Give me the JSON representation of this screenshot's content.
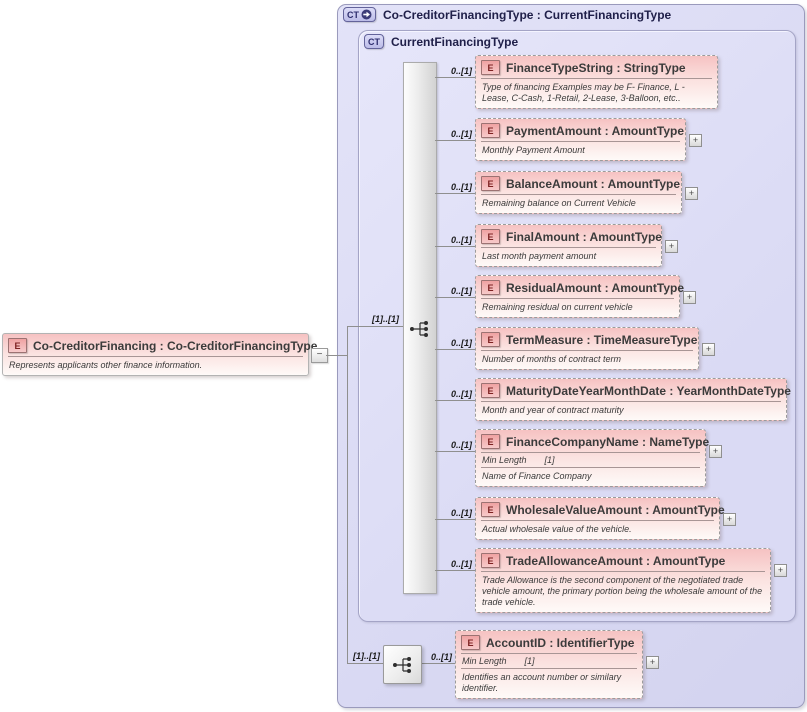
{
  "icons": {
    "plus": "+",
    "minus": "−"
  },
  "colors": {
    "container_lavender": "#dadaf4",
    "element_pink": "#f6c2c2",
    "badge_pink": "#efa2a2",
    "badge_lavender": "#cfcfF0",
    "connector_gray": "#8f8f8f"
  },
  "root_element": {
    "badge": "E",
    "title": "Co-CreditorFinancing : Co-CreditorFinancingType",
    "annotation": "Represents applicants other finance information."
  },
  "outer_box": {
    "badge": "CT",
    "title": "Co-CreditorFinancingType : CurrentFinancingType"
  },
  "inner_box": {
    "badge": "CT",
    "title": "CurrentFinancingType"
  },
  "sequence_top": {
    "cardinality": "[1]..[1]"
  },
  "sequence_bottom": {
    "cardinality": "[1]..[1]"
  },
  "elements": [
    {
      "badge": "E",
      "cardinality": "0..[1]",
      "title": "FinanceTypeString : StringType",
      "annotation": "Type of financing Examples may be F- Finance, L - Lease, C-Cash, 1-Retail, 2-Lease, 3-Balloon, etc.."
    },
    {
      "badge": "E",
      "cardinality": "0..[1]",
      "title": "PaymentAmount : AmountType",
      "annotation": "Monthly Payment Amount"
    },
    {
      "badge": "E",
      "cardinality": "0..[1]",
      "title": "BalanceAmount : AmountType",
      "annotation": "Remaining balance on Current Vehicle"
    },
    {
      "badge": "E",
      "cardinality": "0..[1]",
      "title": "FinalAmount : AmountType",
      "annotation": "Last month payment amount"
    },
    {
      "badge": "E",
      "cardinality": "0..[1]",
      "title": "ResidualAmount : AmountType",
      "annotation": "Remaining residual on current vehicle"
    },
    {
      "badge": "E",
      "cardinality": "0..[1]",
      "title": "TermMeasure : TimeMeasureType",
      "annotation": "Number of months of contract term"
    },
    {
      "badge": "E",
      "cardinality": "0..[1]",
      "title": "MaturityDateYearMonthDate : YearMonthDateType",
      "annotation": "Month and year of contract maturity"
    },
    {
      "badge": "E",
      "cardinality": "0..[1]",
      "title": "FinanceCompanyName : NameType",
      "facet_name": "Min Length",
      "facet_value": "[1]",
      "annotation": "Name of Finance Company"
    },
    {
      "badge": "E",
      "cardinality": "0..[1]",
      "title": "WholesaleValueAmount : AmountType",
      "annotation": "Actual wholesale value of the vehicle."
    },
    {
      "badge": "E",
      "cardinality": "0..[1]",
      "title": "TradeAllowanceAmount : AmountType",
      "annotation": "Trade Allowance is the second component of the negotiated trade vehicle amount, the primary portion being the wholesale amount of the trade vehicle."
    }
  ],
  "account_element": {
    "badge": "E",
    "cardinality": "0..[1]",
    "title": "AccountID : IdentifierType",
    "facet_name": "Min Length",
    "facet_value": "[1]",
    "annotation": "Identifies an account number or similary identifier."
  }
}
